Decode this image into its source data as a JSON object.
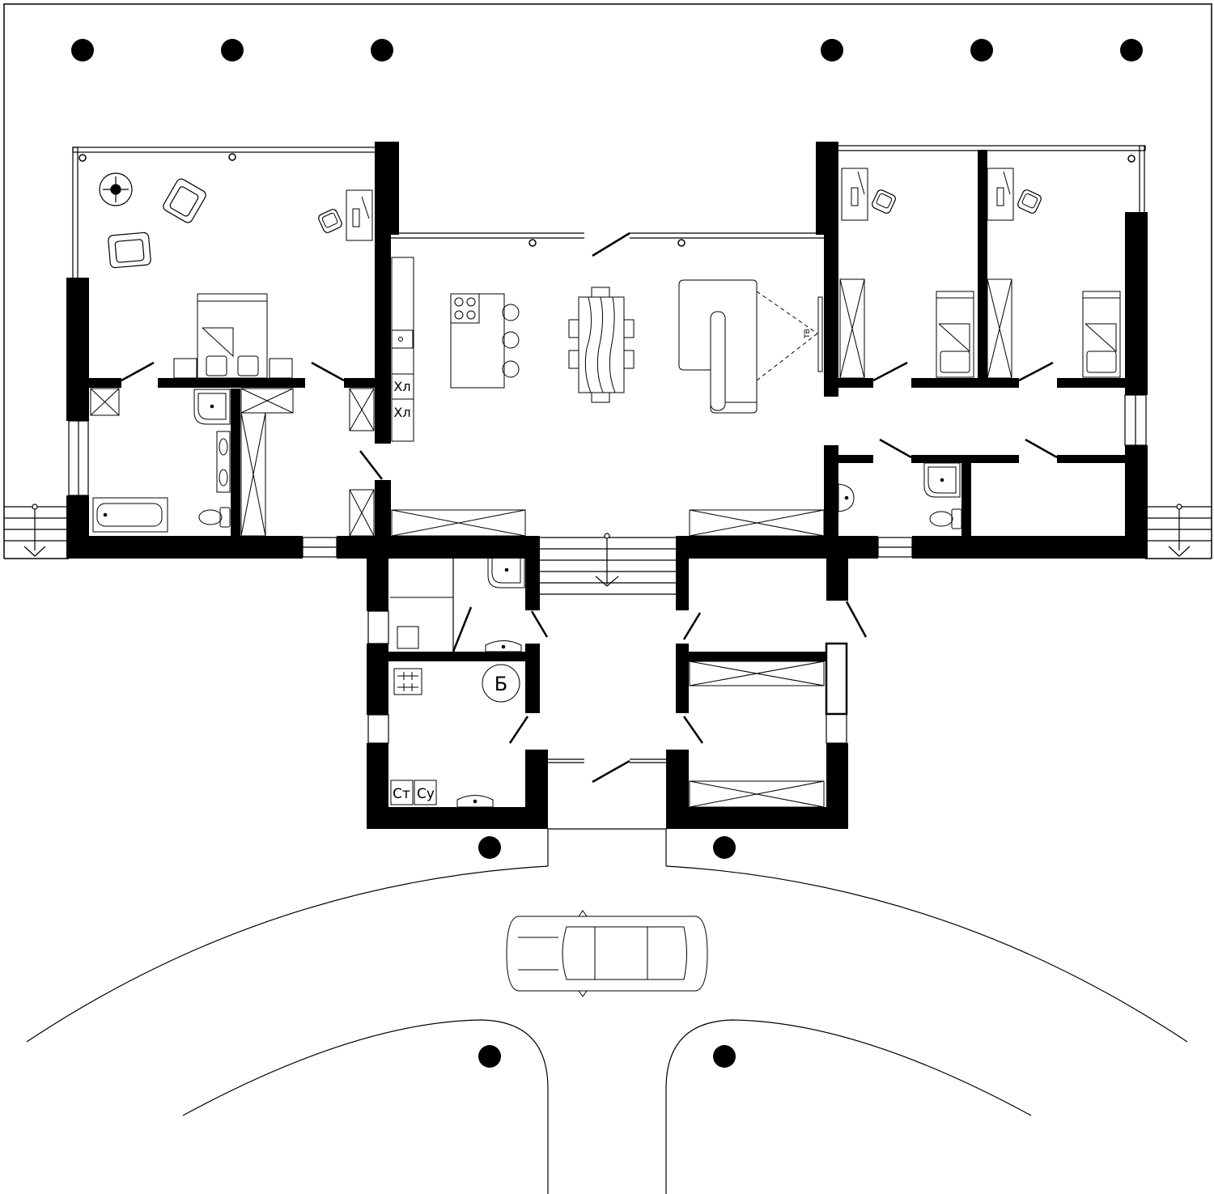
{
  "labels": {
    "fridge": "Хл",
    "boiler": "Б",
    "washer": "Ст",
    "dryer": "Су",
    "tv": "ТВ"
  },
  "icons": [
    "column-icon",
    "door-icon",
    "stair-icon",
    "car-icon",
    "toilet-icon",
    "shower-icon",
    "bathtub-icon",
    "bed-icon",
    "armchair-icon",
    "desk-icon",
    "sofa-icon",
    "dining-table-icon",
    "kitchen-island-icon",
    "fireplace-icon"
  ],
  "colors": {
    "wall": "#000000",
    "line": "#000000",
    "background": "#ffffff"
  }
}
